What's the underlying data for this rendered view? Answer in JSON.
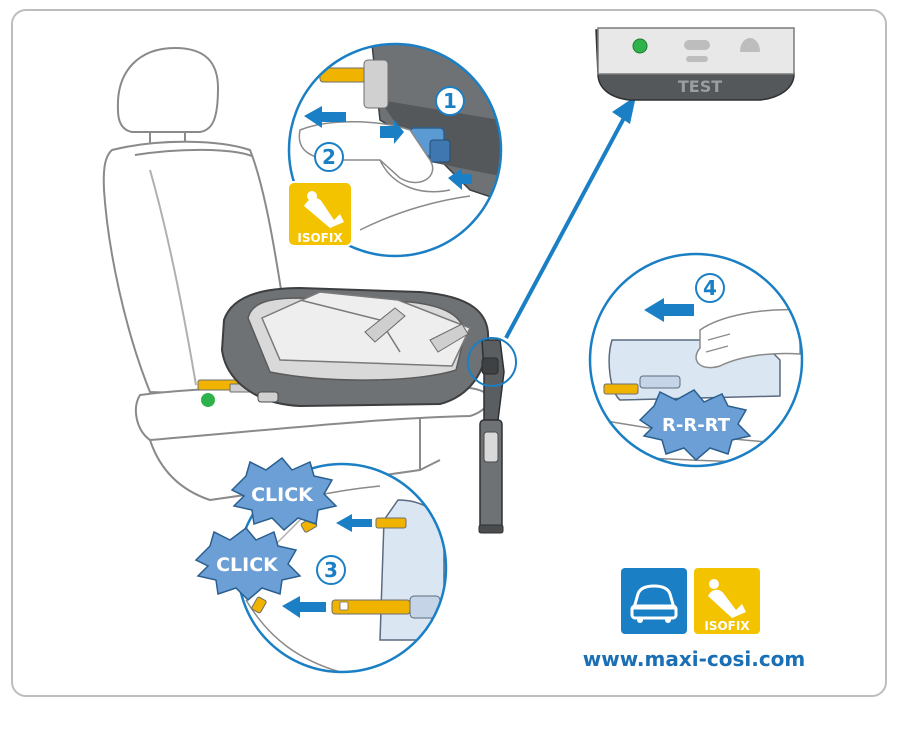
{
  "steps": {
    "step1": "1",
    "step2": "2",
    "step3": "3",
    "step4": "4"
  },
  "labels": {
    "click1": "CLICK",
    "click2": "CLICK",
    "isofix_top": "ISOFIX",
    "isofix_bottom": "ISOFIX",
    "test": "TEST",
    "ratchet": "R-R-RT"
  },
  "footer": {
    "url": "www.maxi-cosi.com"
  },
  "colors": {
    "accent_blue": "#1a7fc4",
    "isofix_yellow": "#f4c300",
    "indicator_green": "#2db34a",
    "connector_yellow": "#f0b400"
  }
}
